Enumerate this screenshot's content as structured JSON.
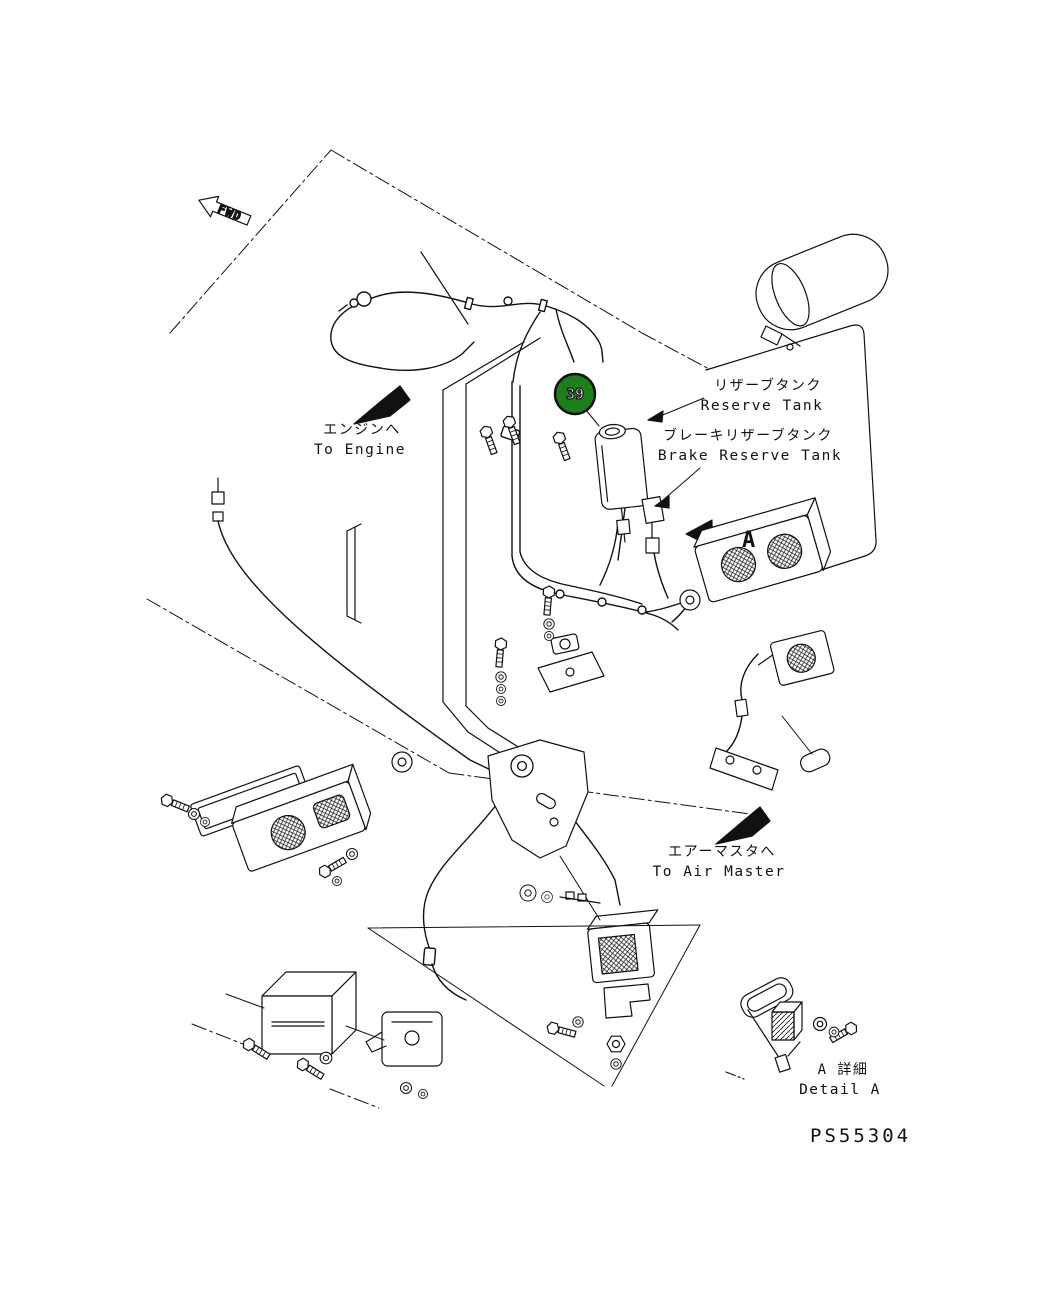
{
  "colors": {
    "background": "#ffffff",
    "line": "#111111",
    "callout_fill": "#1e7e1e",
    "callout_text": "#ffffff"
  },
  "callout": {
    "number": "39"
  },
  "labels": {
    "fwd": "FWD",
    "to_engine_jp": "エンジンへ",
    "to_engine_en": "To Engine",
    "reserve_tank_jp": "リザーブタンク",
    "reserve_tank_en": "Reserve Tank",
    "brake_reserve_tank_jp": "ブレーキリザーブタンク",
    "brake_reserve_tank_en": "Brake Reserve Tank",
    "section_arrow": "A",
    "to_air_master_jp": "エアーマスタへ",
    "to_air_master_en": "To Air Master",
    "detail_a_jp": "A 詳細",
    "detail_a_en": "Detail A",
    "drawing_number": "PS55304"
  }
}
